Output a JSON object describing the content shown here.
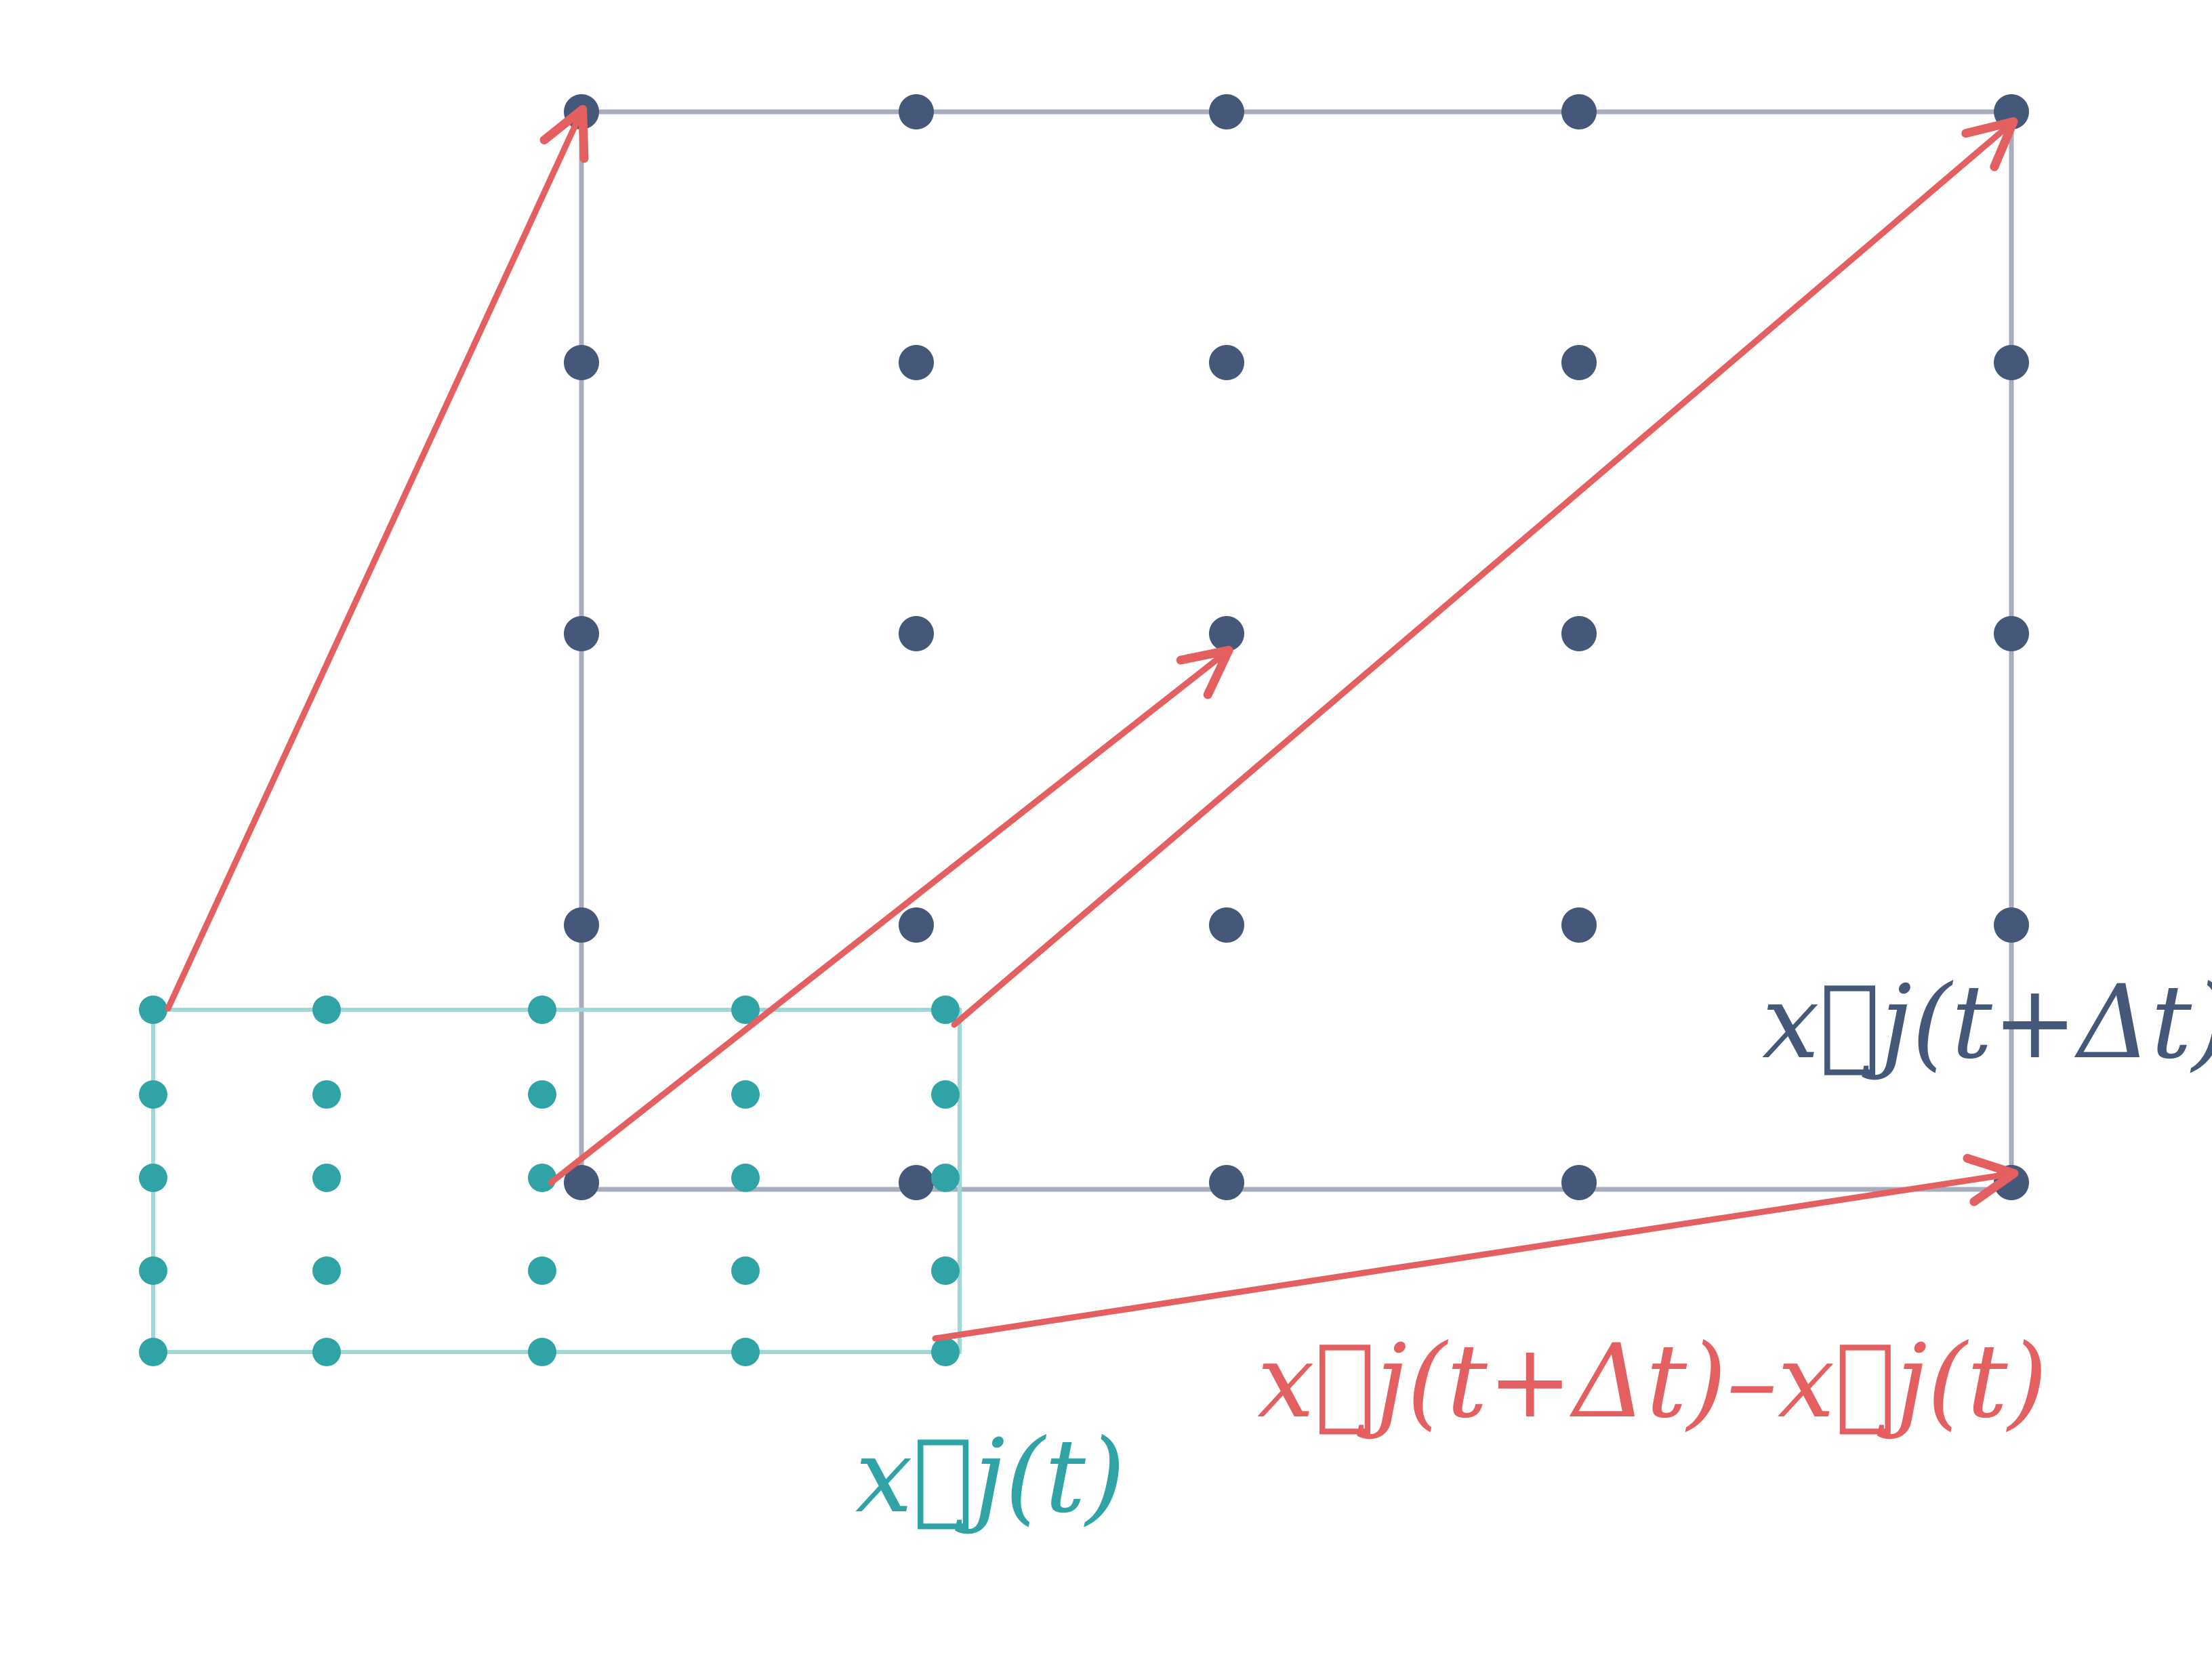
{
  "labels": {
    "initial": "x⃗j(t)",
    "final": "x⃗j(t+Δt)",
    "displacement": "x⃗j(t+Δt)–x⃗j(t)"
  },
  "colors": {
    "initial": "#2fa3a6",
    "initial_frame": "#9fd6d6",
    "final": "#45587a",
    "final_frame": "#a7adbc",
    "arrow": "#e35f60"
  },
  "icons": {
    "initial_points": "dot",
    "final_points": "dot",
    "arrows": "arrow"
  }
}
